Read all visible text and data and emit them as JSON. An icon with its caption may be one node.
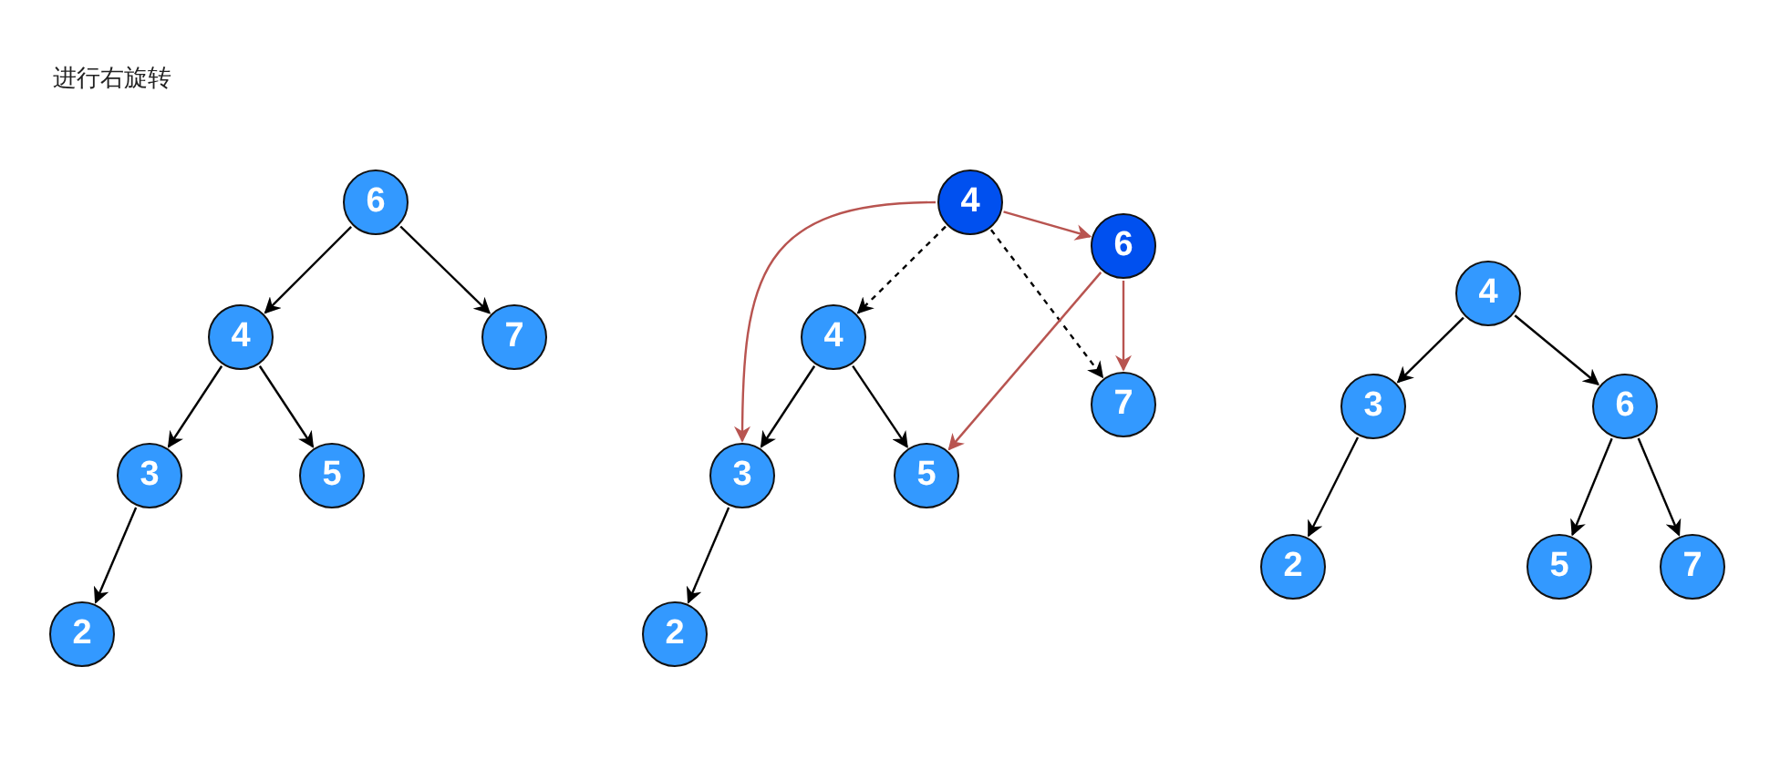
{
  "diagram": {
    "title": "进行右旋转",
    "nodes": [
      {
        "text": [
          "6"
        ]
      },
      {
        "text": [
          "4"
        ]
      },
      {
        "text": [
          "7"
        ]
      },
      {
        "text": [
          "3"
        ]
      },
      {
        "text": [
          "5"
        ]
      },
      {
        "text": [
          "2"
        ]
      },
      {
        "text": [
          "4"
        ]
      },
      {
        "text": [
          "6"
        ]
      },
      {
        "text": [
          "4"
        ]
      },
      {
        "text": [
          "7"
        ]
      },
      {
        "text": [
          "3"
        ]
      },
      {
        "text": [
          "5"
        ]
      },
      {
        "text": [
          "2"
        ]
      },
      {
        "text": [
          "4"
        ]
      },
      {
        "text": [
          "3"
        ]
      },
      {
        "text": [
          "6"
        ]
      },
      {
        "text": [
          "2"
        ]
      },
      {
        "text": [
          "5"
        ]
      },
      {
        "text": [
          "7"
        ]
      }
    ],
    "edges": [
      {
        "from": 0,
        "to": 1,
        "arrow": "to"
      },
      {
        "from": 0,
        "to": 2,
        "arrow": "to"
      },
      {
        "from": 1,
        "to": 3,
        "arrow": "to"
      },
      {
        "from": 1,
        "to": 4,
        "arrow": "to"
      },
      {
        "from": 3,
        "to": 5,
        "arrow": "to"
      },
      {
        "from": 6,
        "to": 7,
        "arrow": "to",
        "color": "#b85450"
      },
      {
        "from": 6,
        "to": 10,
        "arrow": "to",
        "color": "#b85450"
      },
      {
        "from": 6,
        "to": 8,
        "arrow": "to",
        "style": "dashed"
      },
      {
        "from": 6,
        "to": 9,
        "arrow": "to",
        "style": "dashed"
      },
      {
        "from": 7,
        "to": 9,
        "arrow": "to",
        "color": "#b85450"
      },
      {
        "from": 7,
        "to": 11,
        "arrow": "to",
        "color": "#b85450"
      },
      {
        "from": 8,
        "to": 10,
        "arrow": "to"
      },
      {
        "from": 8,
        "to": 11,
        "arrow": "to"
      },
      {
        "from": 10,
        "to": 12,
        "arrow": "to"
      },
      {
        "from": 13,
        "to": 14,
        "arrow": "to"
      },
      {
        "from": 13,
        "to": 15,
        "arrow": "to"
      },
      {
        "from": 14,
        "to": 16,
        "arrow": "to"
      },
      {
        "from": 15,
        "to": 17,
        "arrow": "to"
      },
      {
        "from": 15,
        "to": 18,
        "arrow": "to"
      }
    ]
  }
}
